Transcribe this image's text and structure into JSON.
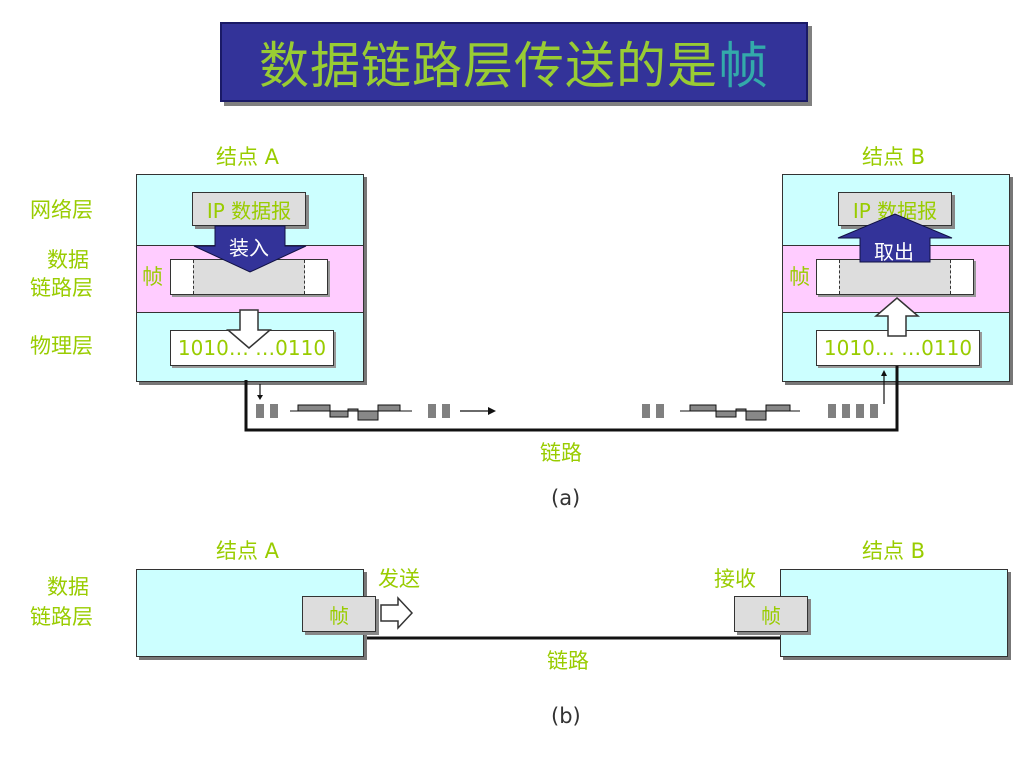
{
  "title": {
    "main": "数据链路层传送的是",
    "highlight": "帧"
  },
  "diagram_a": {
    "node_a_label": "结点 A",
    "node_b_label": "结点 B",
    "layers": {
      "network": "网络层",
      "datalink_line1": "数据",
      "datalink_line2": "链路层",
      "physical": "物理层"
    },
    "ip_datagram": "IP 数据报",
    "encapsulate": "装入",
    "extract": "取出",
    "frame": "帧",
    "bits": "1010…  …0110",
    "link": "链路",
    "caption": "(a)"
  },
  "diagram_b": {
    "node_a_label": "结点 A",
    "node_b_label": "结点 B",
    "layer_line1": "数据",
    "layer_line2": "链路层",
    "send": "发送",
    "receive": "接收",
    "frame": "帧",
    "link": "链路",
    "caption": "(b)"
  },
  "colors": {
    "title_bg": "#333399",
    "text_green": "#99cc00",
    "node_bg": "#ccffff",
    "datalink_band": "#ffccff"
  }
}
